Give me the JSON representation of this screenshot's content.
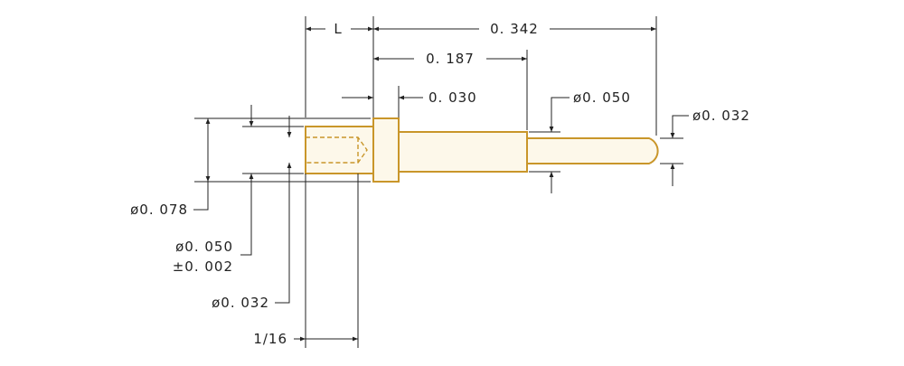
{
  "colors": {
    "part_stroke": "#c9962a",
    "dimension_ink": "#222222",
    "background": "#ffffff"
  },
  "dimensions": {
    "overall_length": "0. 342",
    "body_length": "0. 187",
    "L": "L",
    "flange_thickness": "0. 030",
    "tip_diameter": "ø0. 050",
    "end_diameter": "ø0. 032",
    "flange_diameter": "ø0. 078",
    "bore_diameter": "ø0. 050",
    "bore_tolerance": "±0. 002",
    "inner_diameter": "ø0. 032",
    "bore_depth": "1/16"
  }
}
